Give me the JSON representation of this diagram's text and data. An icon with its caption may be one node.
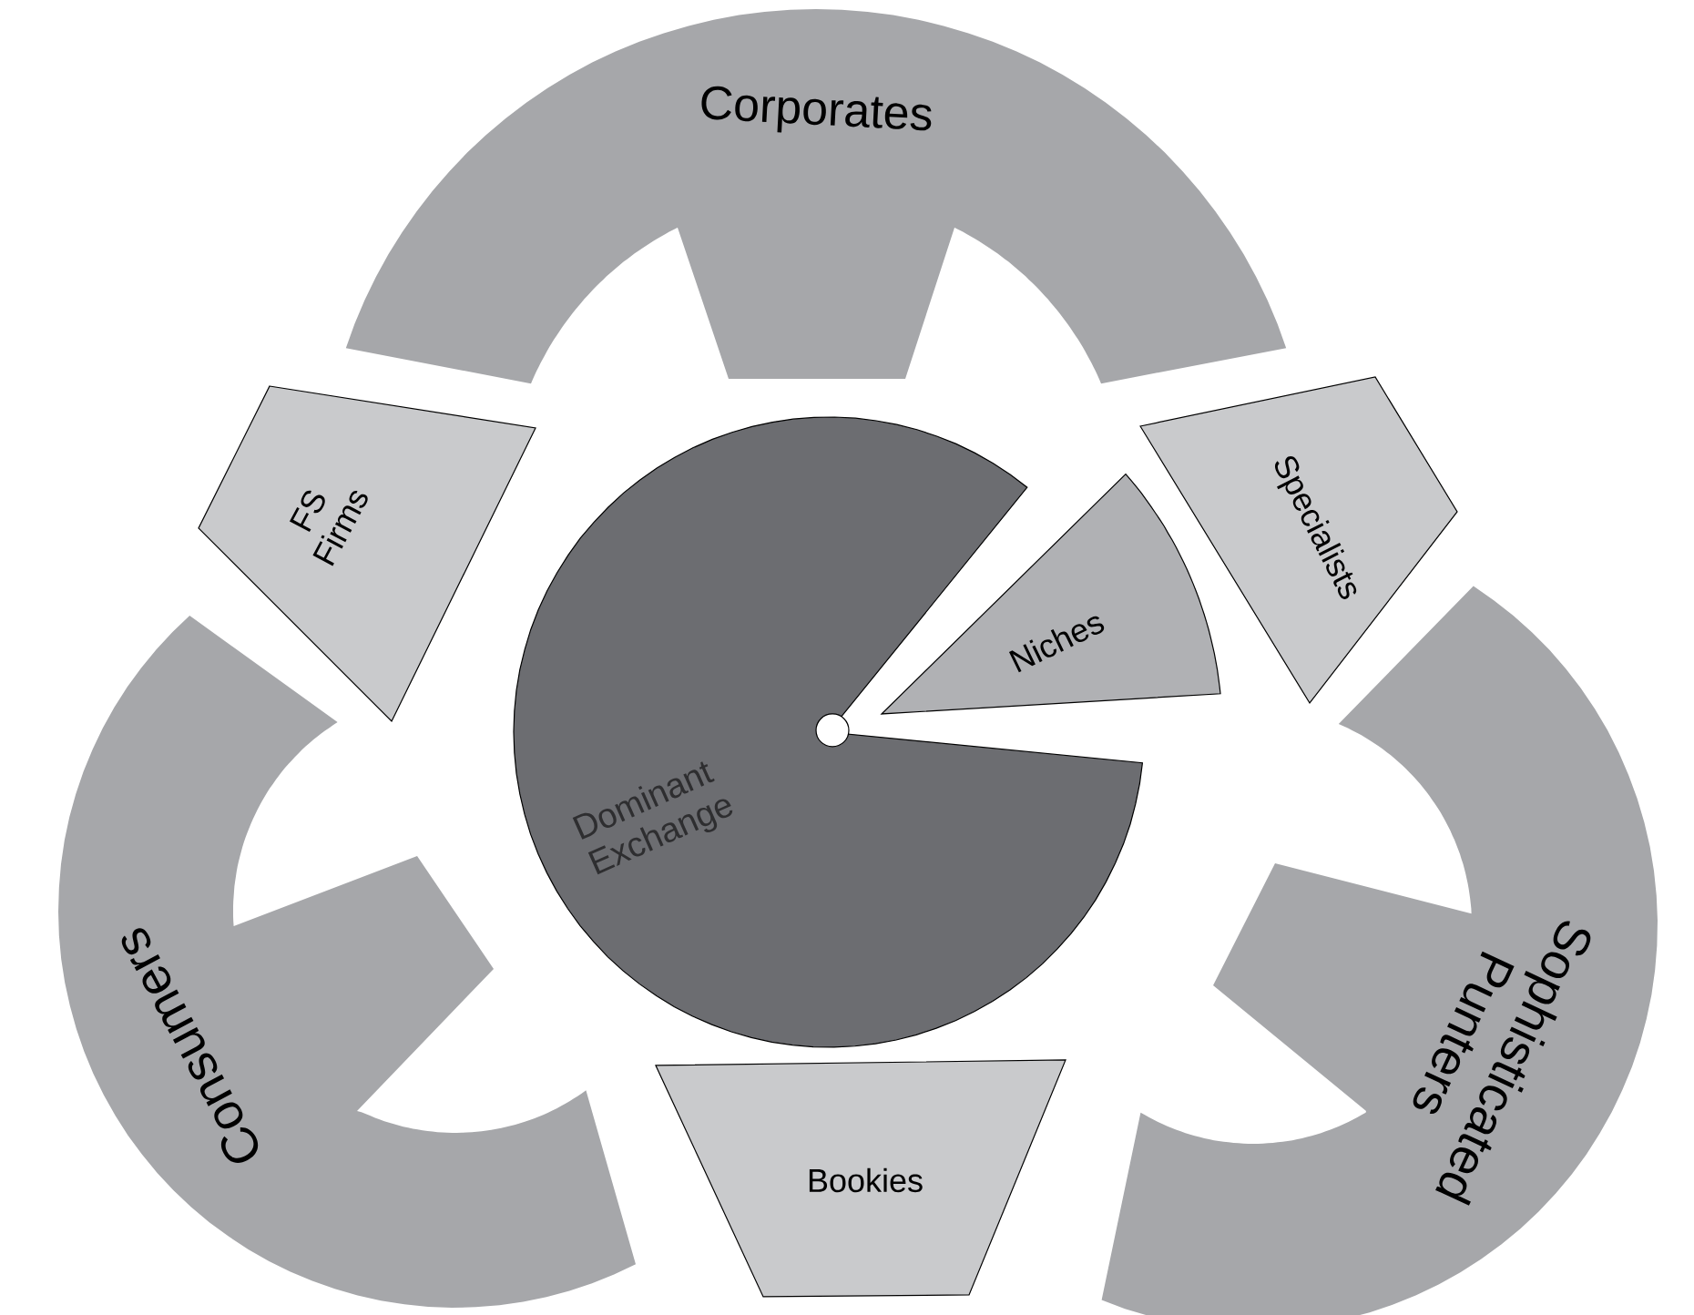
{
  "diagram": {
    "nodes": [
      {
        "text": [
          "Corporates"
        ]
      },
      {
        "text": [
          "FS Firms"
        ]
      },
      {
        "text": [
          "Dominant Exchange"
        ]
      },
      {
        "text": [
          "Niches"
        ]
      },
      {
        "text": [
          "Specialists"
        ]
      },
      {
        "text": [
          "Consumers"
        ]
      },
      {
        "text": [
          "Sophisticated Punters"
        ]
      },
      {
        "text": [
          "Bookies"
        ]
      }
    ]
  }
}
